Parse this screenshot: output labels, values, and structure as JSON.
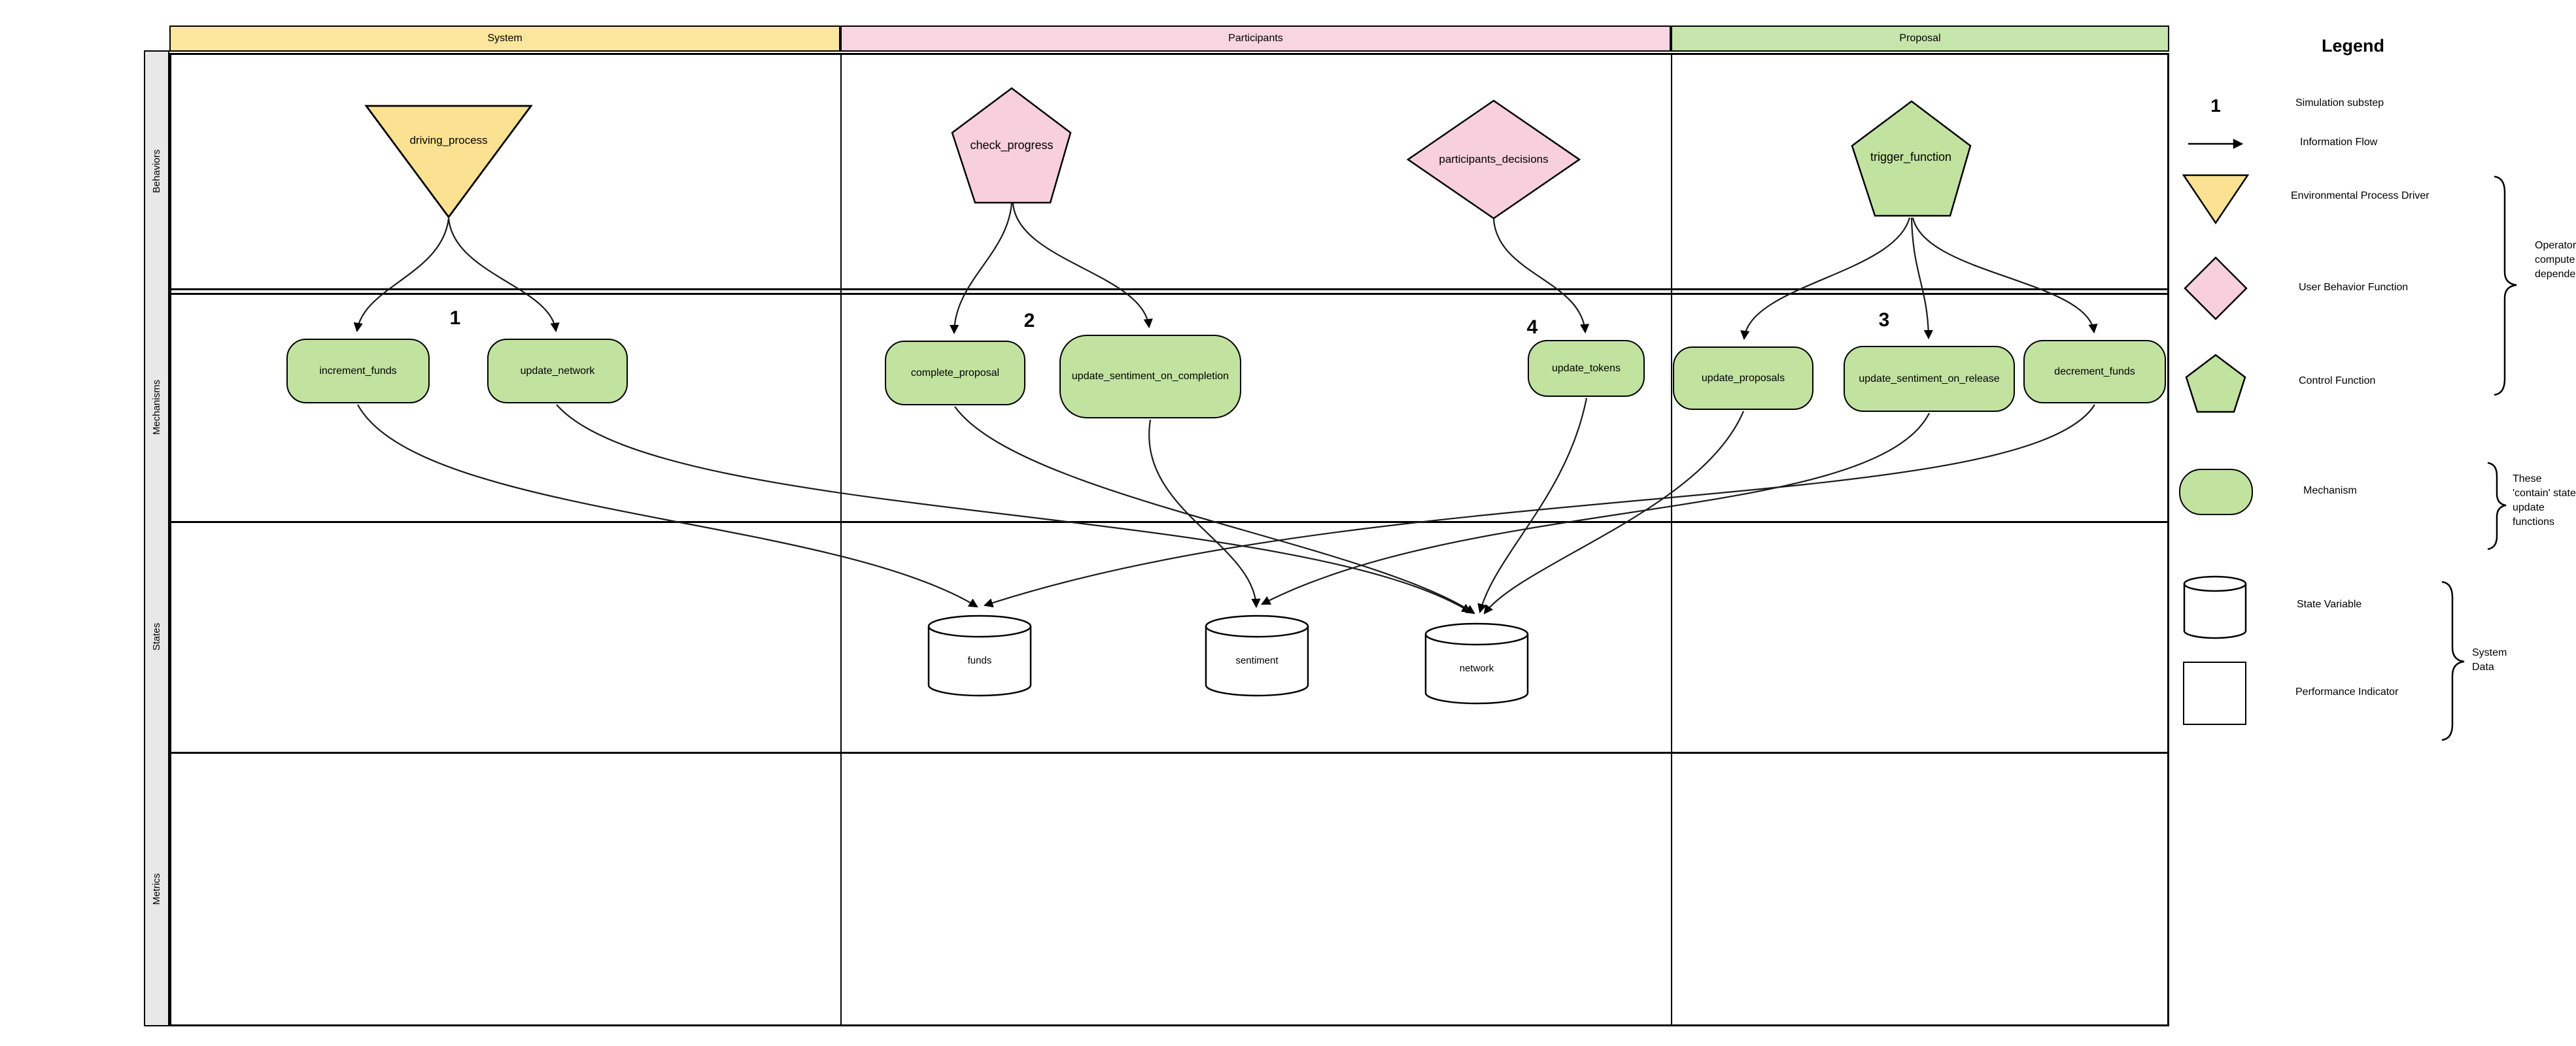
{
  "swimlanes": {
    "columns": [
      {
        "label": "System",
        "color": "#FCE59D"
      },
      {
        "label": "Participants",
        "color": "#F8D5E0"
      },
      {
        "label": "Proposal",
        "color": "#C5E5AC"
      }
    ],
    "rows": [
      {
        "label": "Behaviors"
      },
      {
        "label": "Mechanisms"
      },
      {
        "label": "States"
      },
      {
        "label": "Metrics"
      }
    ]
  },
  "behaviors": [
    {
      "label": "driving_process",
      "shape": "inverted-triangle",
      "type": "Environmental Process Driver",
      "column": "System"
    },
    {
      "label": "check_progress",
      "shape": "pentagon",
      "type": "Control Function",
      "column": "Participants"
    },
    {
      "label": "participants_decisions",
      "shape": "diamond",
      "type": "User Behavior Function",
      "column": "Participants"
    },
    {
      "label": "trigger_function",
      "shape": "pentagon",
      "type": "Control Function",
      "column": "Proposal"
    }
  ],
  "mechanisms": [
    {
      "label": "increment_funds",
      "column": "System"
    },
    {
      "label": "update_network",
      "column": "System"
    },
    {
      "label": "complete_proposal",
      "column": "Participants"
    },
    {
      "label": "update_sentiment_on_completion",
      "column": "Participants"
    },
    {
      "label": "update_tokens",
      "column": "Participants"
    },
    {
      "label": "update_proposals",
      "column": "Proposal"
    },
    {
      "label": "update_sentiment_on_release",
      "column": "Proposal"
    },
    {
      "label": "decrement_funds",
      "column": "Proposal"
    }
  ],
  "states": [
    {
      "label": "funds"
    },
    {
      "label": "sentiment"
    },
    {
      "label": "network"
    }
  ],
  "substep_markers": [
    {
      "label": "1",
      "column": "System"
    },
    {
      "label": "2",
      "column": "Participants"
    },
    {
      "label": "4",
      "column": "Participants"
    },
    {
      "label": "3",
      "column": "Proposal"
    }
  ],
  "edges": [
    {
      "from": "driving_process",
      "to": "increment_funds"
    },
    {
      "from": "driving_process",
      "to": "update_network"
    },
    {
      "from": "check_progress",
      "to": "complete_proposal"
    },
    {
      "from": "check_progress",
      "to": "update_sentiment_on_completion"
    },
    {
      "from": "participants_decisions",
      "to": "update_tokens"
    },
    {
      "from": "trigger_function",
      "to": "update_proposals"
    },
    {
      "from": "trigger_function",
      "to": "update_sentiment_on_release"
    },
    {
      "from": "trigger_function",
      "to": "decrement_funds"
    },
    {
      "from": "increment_funds",
      "to": "funds"
    },
    {
      "from": "update_network",
      "to": "network"
    },
    {
      "from": "complete_proposal",
      "to": "network"
    },
    {
      "from": "update_sentiment_on_completion",
      "to": "sentiment"
    },
    {
      "from": "update_tokens",
      "to": "network"
    },
    {
      "from": "update_proposals",
      "to": "network"
    },
    {
      "from": "update_sentiment_on_release",
      "to": "sentiment"
    },
    {
      "from": "decrement_funds",
      "to": "funds"
    }
  ],
  "legend": {
    "title": "Legend",
    "items": [
      {
        "symbol": "number",
        "label": "Simulation substep"
      },
      {
        "symbol": "arrow",
        "label": "Information Flow"
      },
      {
        "symbol": "triangle-down",
        "label": "Environmental Process Driver"
      },
      {
        "symbol": "diamond",
        "label": "User Behavior Function"
      },
      {
        "symbol": "pentagon",
        "label": "Control Function"
      },
      {
        "symbol": "stadium",
        "label": "Mechanism"
      },
      {
        "symbol": "cylinder",
        "label": "State Variable"
      },
      {
        "symbol": "square",
        "label": "Performance Indicator"
      }
    ],
    "annotations": [
      {
        "text": "Operators which compute state dependent signals",
        "applies_to": "Environmental Process Driver, User Behavior Function, Control Function"
      },
      {
        "text": "These 'contain' state update functions",
        "applies_to": "Mechanism"
      },
      {
        "text": "System Data",
        "applies_to": "State Variable, Performance Indicator"
      }
    ]
  },
  "colors": {
    "swimlane_yellow": "#FCE59D",
    "swimlane_pink": "#F8D5E0",
    "swimlane_green": "#C5E5AC",
    "shape_green": "#C2E2A0",
    "shape_pink": "#F8CFDD",
    "shape_yellow": "#FBE293",
    "sidebar_grey": "#E8E8E8",
    "stroke": "#000000"
  }
}
